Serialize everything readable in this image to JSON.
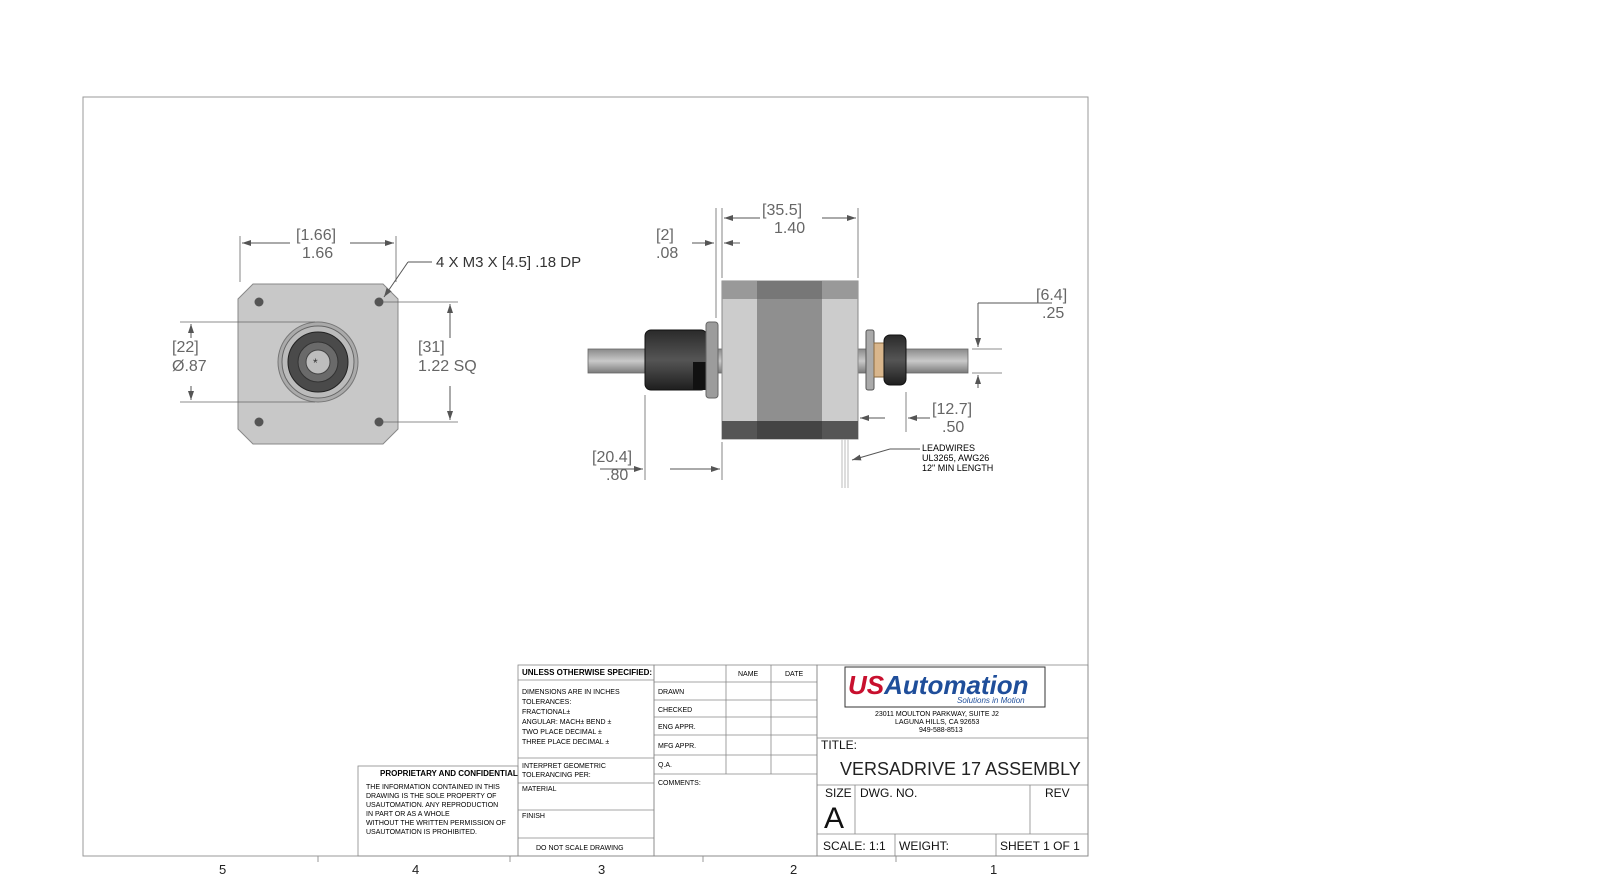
{
  "top_view": {
    "width_mm": "[1.66]",
    "width_in": "1.66",
    "hole_note": "4 X M3 X [4.5] .18 DP",
    "pilot_mm": "[22]",
    "pilot_in": "Ø.87",
    "bolt_sq_mm": "[31]",
    "bolt_sq_in": "1.22 SQ"
  },
  "side_view": {
    "flange_mm": "[2]",
    "flange_in": ".08",
    "body_mm": "[35.5]",
    "body_in": "1.40",
    "shaft_mm": "[6.4]",
    "shaft_in": ".25",
    "rear_mm": "[12.7]",
    "rear_in": ".50",
    "front_mm": "[20.4]",
    "front_in": ".80",
    "leadwires_1": "LEADWIRES",
    "leadwires_2": "UL3265, AWG26",
    "leadwires_3": "12\" MIN LENGTH"
  },
  "zones": [
    "5",
    "4",
    "3",
    "2",
    "1"
  ],
  "proprietary": {
    "title": "PROPRIETARY AND CONFIDENTIAL",
    "lines": [
      "THE INFORMATION CONTAINED IN THIS",
      "DRAWING IS THE SOLE PROPERTY OF",
      "USAUTOMATION. ANY REPRODUCTION",
      "IN PART OR AS A WHOLE",
      "WITHOUT THE WRITTEN PERMISSION OF",
      "USAUTOMATION IS PROHIBITED."
    ]
  },
  "tolerances": {
    "header": "UNLESS OTHERWISE SPECIFIED:",
    "lines": [
      "DIMENSIONS ARE IN INCHES",
      "TOLERANCES:",
      "FRACTIONAL±",
      "ANGULAR: MACH±   BEND ±",
      "TWO PLACE DECIMAL   ±",
      "THREE PLACE DECIMAL  ±"
    ],
    "geometric": "INTERPRET GEOMETRIC",
    "geometric2": "TOLERANCING PER:",
    "material": "MATERIAL",
    "finish": "FINISH",
    "noscale": "DO NOT SCALE DRAWING"
  },
  "approvals": {
    "name_header": "NAME",
    "date_header": "DATE",
    "rows": [
      "DRAWN",
      "CHECKED",
      "ENG APPR.",
      "MFG APPR.",
      "Q.A."
    ],
    "comments": "COMMENTS:"
  },
  "company": {
    "logo_us": "US",
    "logo_rest": "Automation",
    "tagline": "Solutions in Motion",
    "addr1": "23011 MOULTON PARKWAY, SUITE J2",
    "addr2": "LAGUNA HILLS, CA 92653",
    "phone": "949-588-8513"
  },
  "title_block": {
    "title_label": "TITLE:",
    "title": "VERSADRIVE 17 ASSEMBLY",
    "size_label": "SIZE",
    "size": "A",
    "dwg_label": "DWG.  NO.",
    "rev_label": "REV",
    "scale": "SCALE: 1:1",
    "weight": "WEIGHT:",
    "sheet": "SHEET 1  OF 1"
  },
  "colors": {
    "motor_light": "#cccccc",
    "motor_mid": "#999999",
    "motor_dark": "#555555",
    "logo_red": "#c8102e",
    "logo_blue": "#1f4e9a"
  }
}
